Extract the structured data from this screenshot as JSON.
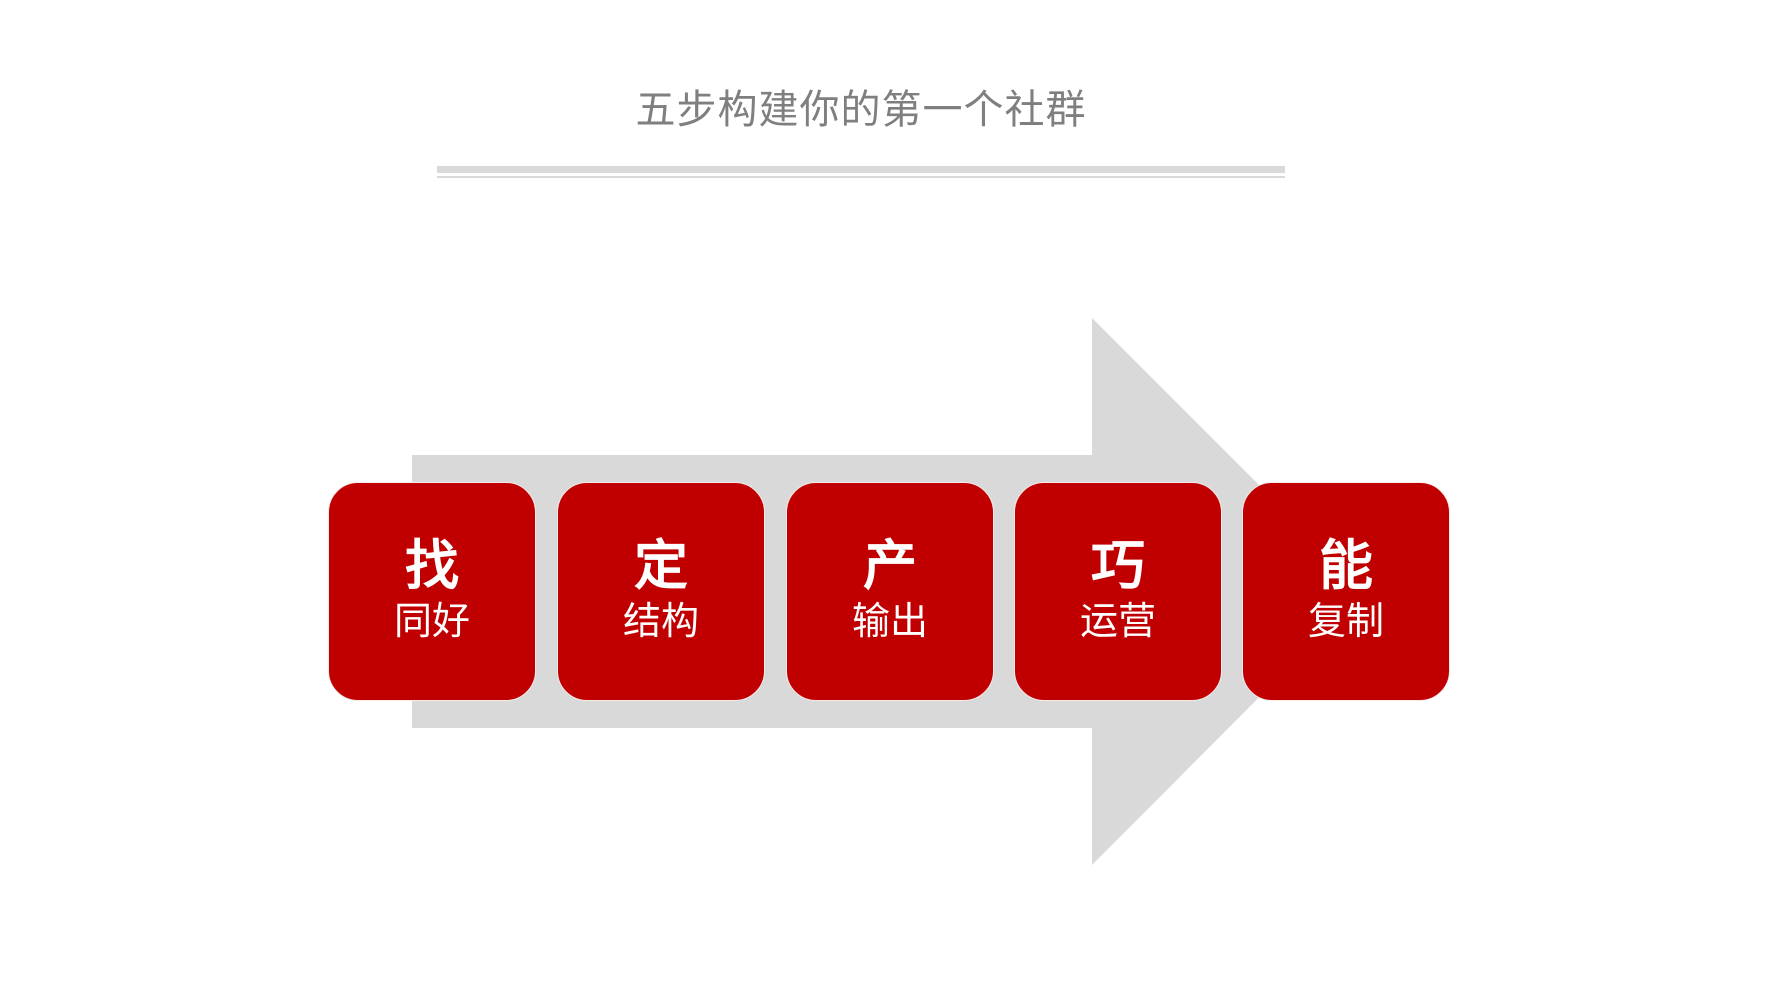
{
  "slide": {
    "title": "五步构建你的第一个社群",
    "colors": {
      "title": "#7f7f7f",
      "rule": "#d9d9d9",
      "arrow": "#d9d9d9",
      "step_fill": "#c00000",
      "step_text": "#ffffff"
    }
  },
  "steps": [
    {
      "main": "找",
      "sub": "同好"
    },
    {
      "main": "定",
      "sub": "结构"
    },
    {
      "main": "产",
      "sub": "输出"
    },
    {
      "main": "巧",
      "sub": "运营"
    },
    {
      "main": "能",
      "sub": "复制"
    }
  ]
}
